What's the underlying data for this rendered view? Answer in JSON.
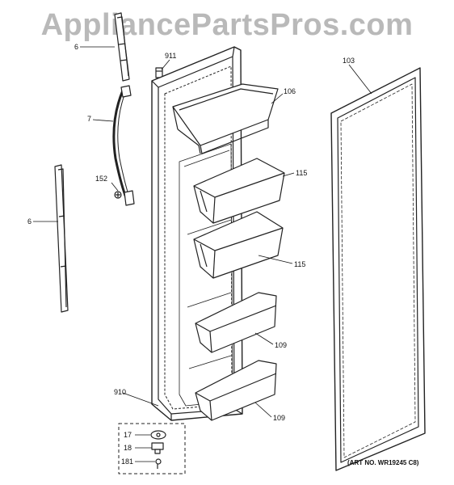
{
  "watermark": "AppliancePartsPros.com",
  "art_number": "(ART NO. WR19245 C8)",
  "callouts": {
    "handle_trim_top": "6",
    "door_stop": "911",
    "gasket": "103",
    "dairy_door": "106",
    "handle": "7",
    "bin_upper": "115",
    "screw": "152",
    "trim_side": "6",
    "bin_middle": "115",
    "bin_lower_1": "109",
    "door_assembly": "910",
    "bin_lower_2": "109",
    "cam": "17",
    "bushing": "18",
    "hinge_screw": "181"
  }
}
